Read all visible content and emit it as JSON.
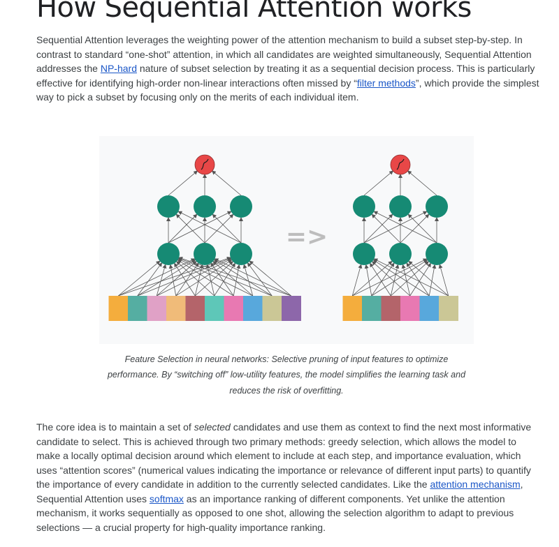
{
  "article": {
    "title": "How Sequential Attention works",
    "intro": {
      "t1": "Sequential Attention leverages the weighting power of the attention mechanism to build a subset step-by-step. In contrast to standard “one-shot” attention, in which all candidates are weighted simultaneously, Sequential Attention addresses the ",
      "link_np_hard": "NP-hard",
      "t2": " nature of subset selection by treating it as a sequential decision process. This is particularly effective for identifying high-order non-linear interactions often missed by “",
      "link_filter_methods": "filter methods",
      "t3": "”, which provide the simplest way to pick a subset by focusing only on the merits of each individual item."
    },
    "caption": "Feature Selection in neural networks: Selective pruning of input features to optimize performance. By “switching off” low-utility features, the model simplifies the learning task and reduces the risk of overfitting.",
    "body": {
      "t1": "The core idea is to maintain a set of ",
      "em_selected": "selected",
      "t2": " candidates and use them as context to find the next most informative candidate to select. This is achieved through two primary methods: greedy selection, which allows the model to make a locally optimal decision around which element to include at each step, and importance evaluation, which uses “attention scores” (numerical values indicating the importance or relevance of different input parts) to quantify the importance of every candidate in addition to the currently selected candidates. Like the ",
      "link_attention_mechanism": "attention mechanism",
      "t3": ", Sequential Attention uses ",
      "link_softmax": "softmax",
      "t4": " as an importance ranking of different components. Yet unlike the attention mechanism, it works sequentially as opposed to one shot, allowing the selection algorithm to adapt to previous selections — a crucial property for high-quality importance ranking."
    }
  },
  "diagram": {
    "arrow_text": "=>",
    "colors": {
      "node": "#168a74",
      "output_node": "#e84747",
      "edge": "#555555",
      "arrow": "#bdbdbd",
      "background": "#f8f9fa"
    },
    "left_features": [
      "#f4ad3d",
      "#55aea2",
      "#e0a1c6",
      "#f0bb79",
      "#b4646a",
      "#5ec7b8",
      "#e879b2",
      "#58a8dc",
      "#cbc796",
      "#8d67aa"
    ],
    "right_features": [
      "#f4ad3d",
      "#55aea2",
      "#b4646a",
      "#e879b2",
      "#58a8dc",
      "#cbc796"
    ]
  }
}
